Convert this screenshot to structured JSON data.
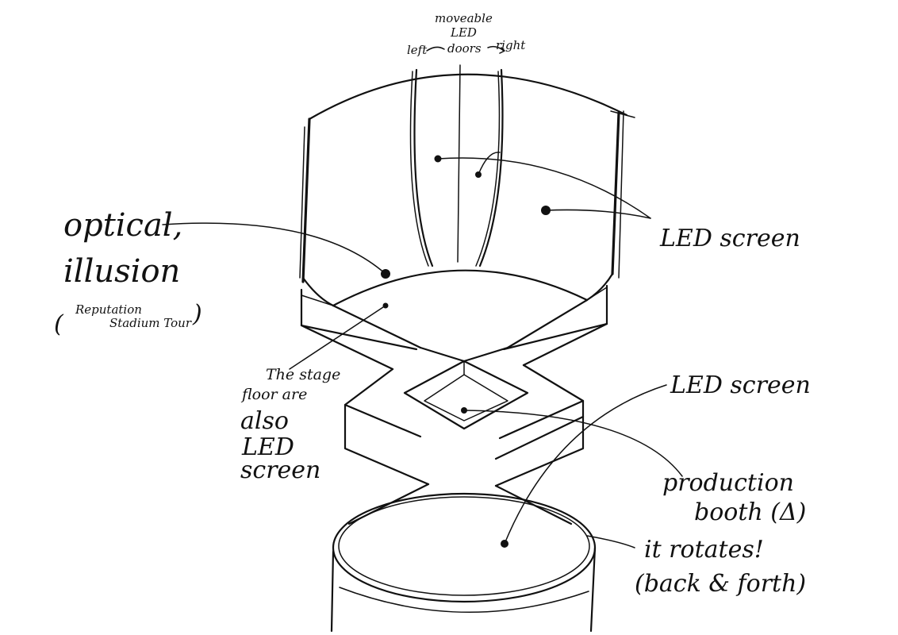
{
  "labels": {
    "moveable": "moveable",
    "led_top": "LED",
    "doors": "doors",
    "left": "left",
    "right": "right",
    "led_screen_1": "LED screen",
    "optical": "optical,",
    "illusion": "illusion",
    "reputation": "Reputation",
    "stadium_tour": "Stadium Tour",
    "paren_open": "(",
    "paren_close": ")",
    "stage_1": "The stage",
    "stage_2": "floor are",
    "stage_3": "also",
    "stage_4": "LED",
    "stage_5": "screen",
    "led_screen_2": "LED screen",
    "production": "production",
    "booth": "booth (Δ)",
    "rotates": "it rotates!",
    "back_forth": "(back & forth)"
  }
}
